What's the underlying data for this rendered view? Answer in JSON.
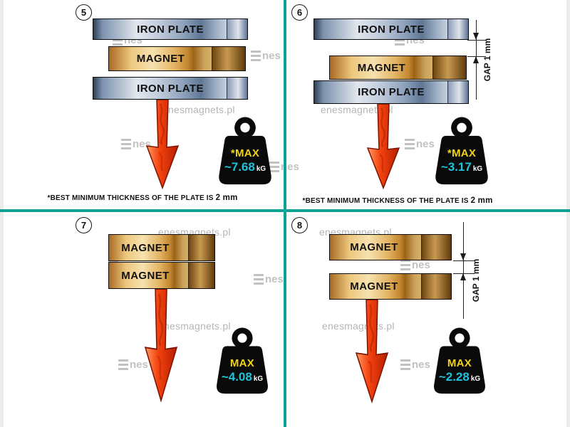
{
  "watermark": {
    "url": "enesmagnets.pl",
    "logo_text": "nes"
  },
  "footnote": {
    "text": "*BEST MINIMUM THICKNESS OF THE PLATE IS",
    "bold": "2 mm"
  },
  "gap": {
    "label": "GAP 1 mm"
  },
  "panels": {
    "p5": {
      "number": "5",
      "top_plate": "IRON PLATE",
      "magnet": "MAGNET",
      "bottom_plate": "IRON PLATE",
      "weight": {
        "label": "*MAX",
        "value": "~7.68",
        "unit": "kG"
      }
    },
    "p6": {
      "number": "6",
      "top_plate": "IRON PLATE",
      "magnet": "MAGNET",
      "bottom_plate": "IRON PLATE",
      "weight": {
        "label": "*MAX",
        "value": "~3.17",
        "unit": "kG"
      }
    },
    "p7": {
      "number": "7",
      "top_magnet": "MAGNET",
      "bottom_magnet": "MAGNET",
      "weight": {
        "label": "MAX",
        "value": "~4.08",
        "unit": "kG"
      }
    },
    "p8": {
      "number": "8",
      "top_magnet": "MAGNET",
      "bottom_magnet": "MAGNET",
      "weight": {
        "label": "MAX",
        "value": "~2.28",
        "unit": "kG"
      }
    }
  },
  "colors": {
    "divider": "#0aa396",
    "arrow_red": "#f4430f",
    "weight_black": "#0a0a0a",
    "max_yellow": "#f3d21c",
    "value_cyan": "#1ec3de",
    "magnet_gold": "#d9a556",
    "iron_blue": "#9fb0c6",
    "watermark_gray": "#bcbcbc"
  }
}
